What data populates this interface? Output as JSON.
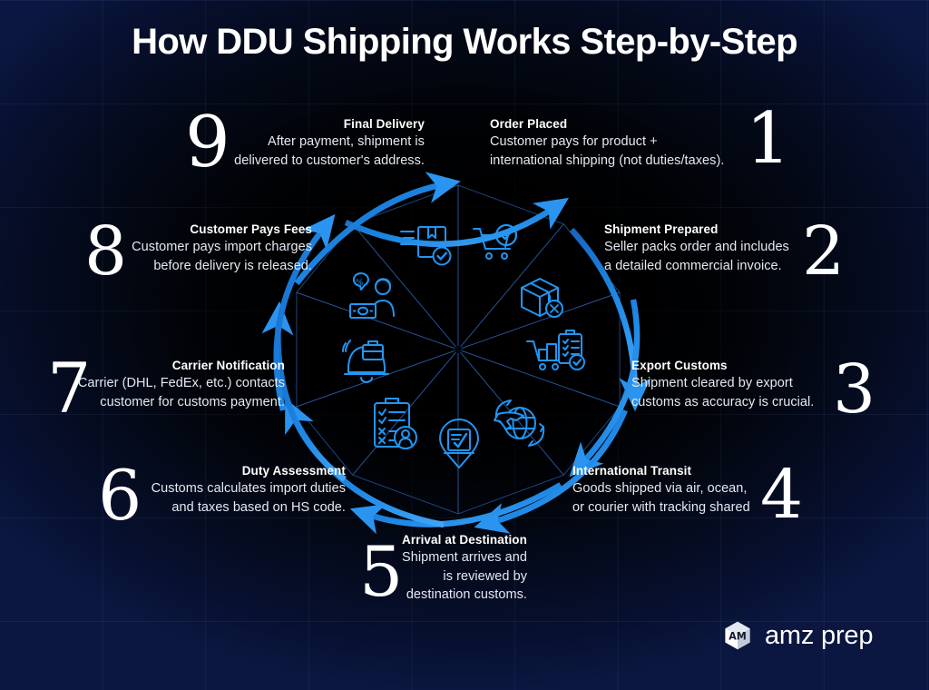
{
  "page": {
    "title": "How DDU Shipping Works Step-by-Step",
    "accent_blue": "#2196f3",
    "accent_blue_dark": "#1565c0",
    "background_dark": "#000206",
    "background_navy": "#0b1740",
    "heading_color": "#ffffff",
    "body_color": "#e4e9f2"
  },
  "logo": {
    "icon": "amz-prep-cube-icon",
    "text": "amz prep"
  },
  "steps": [
    {
      "number": "1",
      "heading": "Order Placed",
      "body_lines": [
        " Customer pays for product +",
        "international shipping (not duties/taxes)."
      ],
      "icon": "shopping-cart-check-icon"
    },
    {
      "number": "2",
      "heading": "Shipment Prepared",
      "body_lines": [
        " Seller packs order and includes",
        "a detailed commercial invoice."
      ],
      "icon": "package-box-warning-icon"
    },
    {
      "number": "3",
      "heading": "Export Customs",
      "body_lines": [
        "Shipment cleared by export",
        "customs as accuracy is crucial."
      ],
      "icon": "cart-clipboard-check-icon"
    },
    {
      "number": "4",
      "heading": "International Transit",
      "body_lines": [
        "Goods shipped via air, ocean,",
        "or courier with tracking shared"
      ],
      "icon": "globe-plane-transit-icon"
    },
    {
      "number": "5",
      "heading": "Arrival at Destination",
      "body_lines": [
        "Shipment arrives and",
        "is reviewed by",
        "destination customs."
      ],
      "icon": "location-pin-document-check-icon"
    },
    {
      "number": "6",
      "heading": "Duty Assessment",
      "body_lines": [
        "Customs calculates import duties",
        "and taxes based on HS code."
      ],
      "icon": "clipboard-checklist-user-icon"
    },
    {
      "number": "7",
      "heading": "Carrier Notification",
      "body_lines": [
        "Carrier (DHL, FedEx, etc.) contacts",
        "customer for customs payment."
      ],
      "icon": "notification-bell-briefcase-icon"
    },
    {
      "number": "8",
      "heading": "Customer Pays Fees",
      "body_lines": [
        "Customer pays import charges",
        "before delivery is released."
      ],
      "icon": "customer-payment-discount-icon"
    },
    {
      "number": "9",
      "heading": "Final Delivery",
      "body_lines": [
        "After payment, shipment is",
        "delivered to customer's address."
      ],
      "icon": "fast-delivery-box-check-icon"
    }
  ]
}
